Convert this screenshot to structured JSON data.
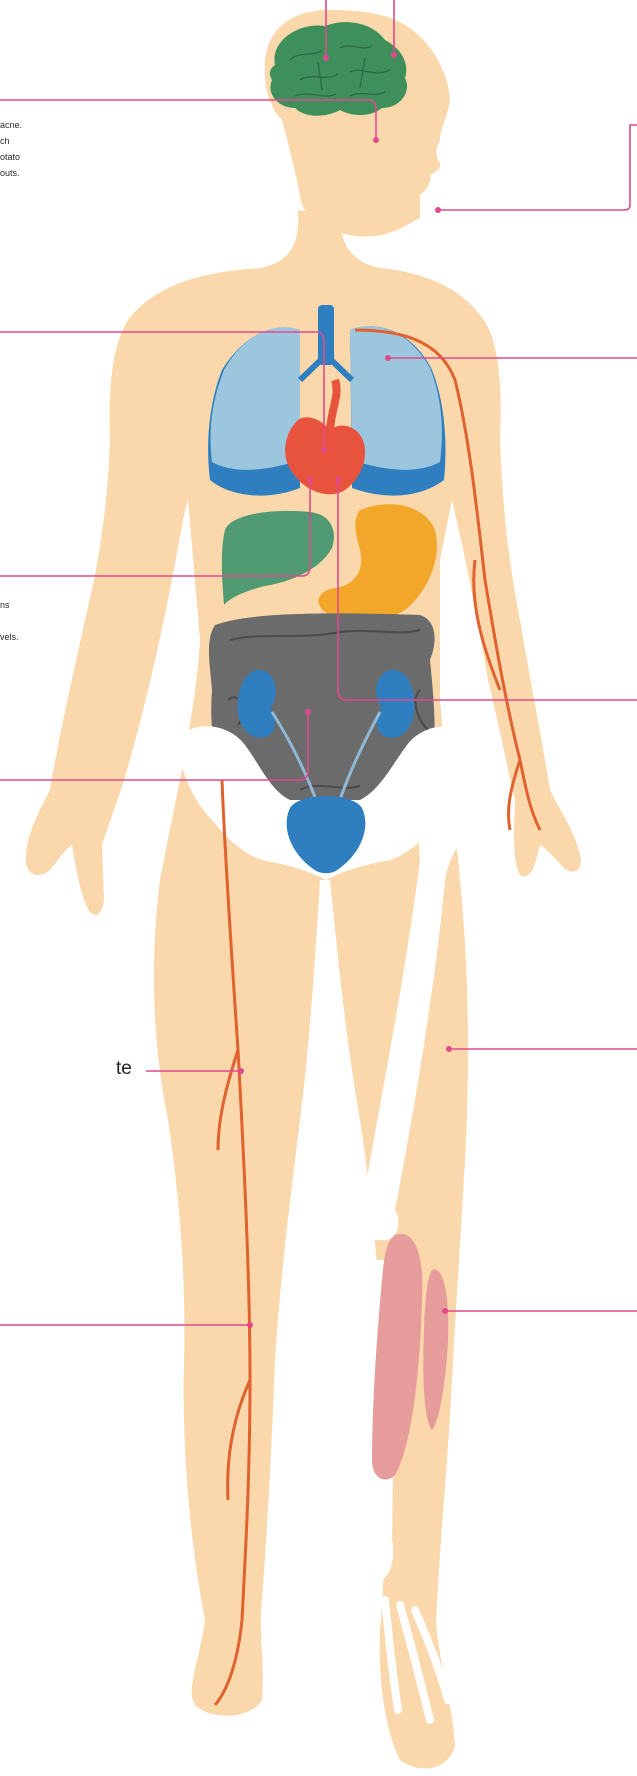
{
  "colors": {
    "skin": "#fad8ac",
    "brain": "#3f8f5c",
    "lung": "#9cc6de",
    "lung_base": "#2f7fc0",
    "heart": "#e8533d",
    "liver": "#4f9a73",
    "stomach": "#f2a72b",
    "intestine": "#6b6b6b",
    "kidney": "#2f7fc0",
    "bladder": "#2f7fc0",
    "bone": "#ffffff",
    "muscle": "#e79c9c",
    "vessel": "#e0622e",
    "leader_line": "#e04a8c"
  },
  "fragments": {
    "text_a": [
      "acne.",
      "ch",
      "otato",
      "outs."
    ],
    "text_b": [
      "ns",
      "",
      "vels."
    ],
    "label_big": "te"
  },
  "icons": {
    "body": "human-body-outline",
    "brain": "brain-icon",
    "lungs": "lungs-icon",
    "heart": "heart-icon",
    "liver": "liver-icon",
    "stomach": "stomach-icon",
    "intestines": "intestines-icon",
    "kidneys": "kidneys-icon",
    "bladder": "bladder-icon",
    "pelvis": "pelvis-bone-icon",
    "femur": "femur-bone-icon",
    "muscles": "calf-muscle-icon",
    "arteries": "blood-vessel-icon"
  }
}
